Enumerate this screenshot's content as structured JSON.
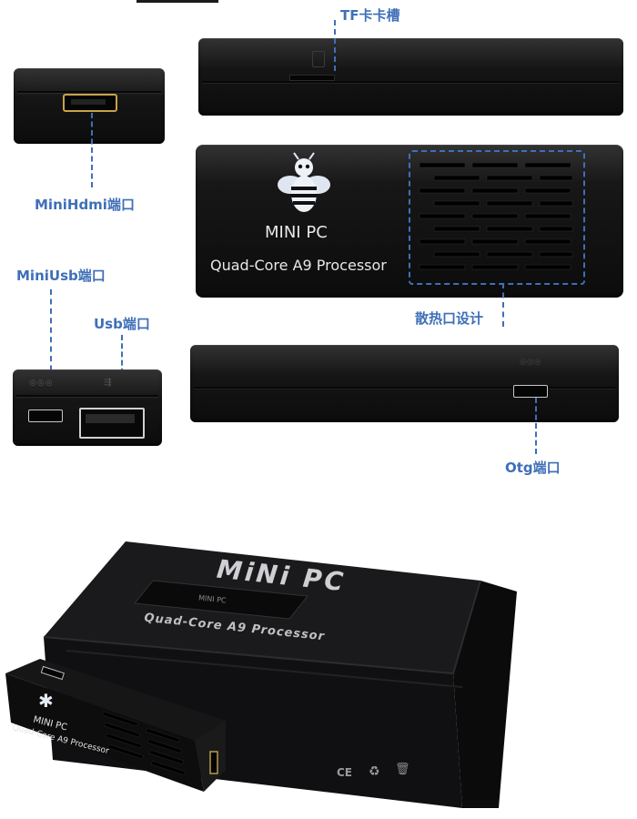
{
  "callouts": {
    "tf_slot": "TF卡卡槽",
    "minihdmi": "MiniHdmi端口",
    "miniusb": "MiniUsb端口",
    "usb": "Usb端口",
    "vent": "散热口设计",
    "otg": "Otg端口"
  },
  "device": {
    "name": "MINI PC",
    "processor": "Quad-Core A9 Processor",
    "logo": "bee-icon"
  },
  "box": {
    "title": "MiNi PC",
    "subtitle": "Quad-Core A9 Processor",
    "inner_label": "MINI PC",
    "marks": [
      "CE",
      "recycle-icon",
      "bin-icon"
    ]
  },
  "stick": {
    "name": "MINI PC",
    "processor": "Quad-Core A9 Processor"
  },
  "colors": {
    "callout": "#3f6fb8",
    "device": "#111111"
  }
}
